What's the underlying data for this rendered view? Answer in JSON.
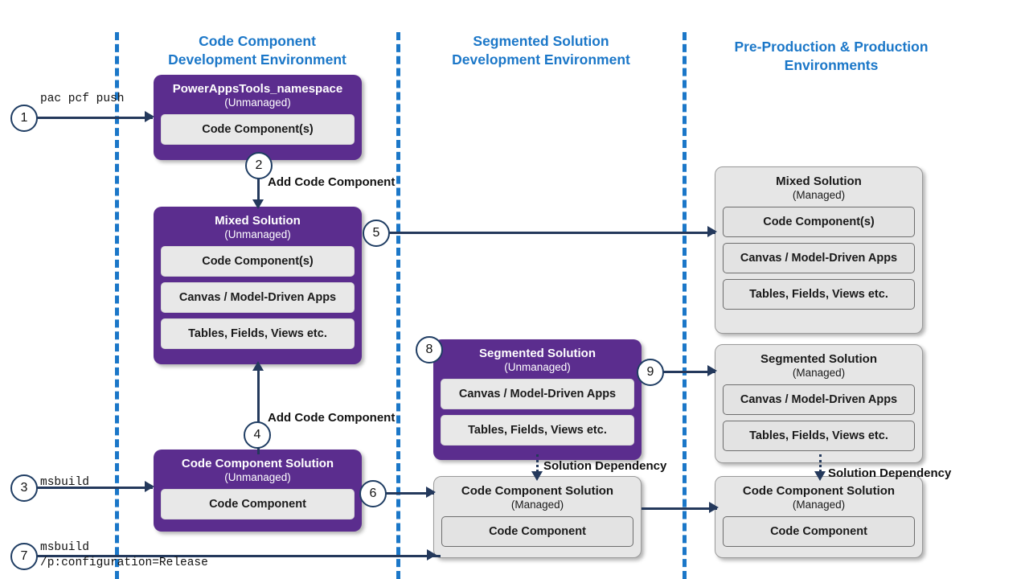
{
  "diagram": {
    "title": "Power Apps code component ALM flow",
    "colors": {
      "unmanaged_box": "#5b2d8e",
      "managed_box": "#e6e6e6",
      "lane_divider": "#1b77c8",
      "lane_title": "#1b77c8",
      "connector": "#24395c",
      "circle_border": "#1f3d63"
    }
  },
  "lanes": [
    {
      "id": "lane-code-component-dev",
      "title_line1": "Code Component",
      "title_line2": "Development Environment"
    },
    {
      "id": "lane-segmented-solution-dev",
      "title_line1": "Segmented Solution",
      "title_line2": "Development Environment"
    },
    {
      "id": "lane-preprod-prod",
      "title_line1": "Pre-Production & Production",
      "title_line2": "Environments"
    }
  ],
  "boxes": {
    "powerapps_tools": {
      "title": "PowerAppsTools_namespace",
      "subtitle": "(Unmanaged)",
      "items": [
        "Code Component(s)"
      ]
    },
    "mixed_unmanaged": {
      "title": "Mixed Solution",
      "subtitle": "(Unmanaged)",
      "items": [
        "Code Component(s)",
        "Canvas / Model-Driven Apps",
        "Tables, Fields, Views etc."
      ]
    },
    "code_component_solution_unmanaged": {
      "title": "Code Component Solution",
      "subtitle": "(Unmanaged)",
      "items": [
        "Code Component"
      ]
    },
    "segmented_unmanaged": {
      "title": "Segmented Solution",
      "subtitle": "(Unmanaged)",
      "items": [
        "Canvas / Model-Driven Apps",
        "Tables, Fields, Views etc."
      ]
    },
    "code_component_solution_managed_mid": {
      "title": "Code Component Solution",
      "subtitle": "(Managed)",
      "items": [
        "Code Component"
      ]
    },
    "mixed_managed": {
      "title": "Mixed Solution",
      "subtitle": "(Managed)",
      "items": [
        "Code Component(s)",
        "Canvas / Model-Driven Apps",
        "Tables, Fields, Views etc."
      ]
    },
    "segmented_managed": {
      "title": "Segmented Solution",
      "subtitle": "(Managed)",
      "items": [
        "Canvas / Model-Driven Apps",
        "Tables, Fields, Views etc."
      ]
    },
    "code_component_solution_managed_right": {
      "title": "Code Component Solution",
      "subtitle": "(Managed)",
      "items": [
        "Code Component"
      ]
    }
  },
  "steps": [
    {
      "number": "1"
    },
    {
      "number": "2"
    },
    {
      "number": "3"
    },
    {
      "number": "4"
    },
    {
      "number": "5"
    },
    {
      "number": "6"
    },
    {
      "number": "7"
    },
    {
      "number": "8"
    },
    {
      "number": "9"
    }
  ],
  "commands": {
    "step1": "pac pcf push",
    "step3": "msbuild",
    "step7_line1": "msbuild",
    "step7_line2": "/p:configuration=Release"
  },
  "labels": {
    "add_code_component_top": "Add Code Component",
    "add_code_component_bottom": "Add Code Component",
    "solution_dependency_mid": "Solution Dependency",
    "solution_dependency_right": "Solution Dependency"
  }
}
